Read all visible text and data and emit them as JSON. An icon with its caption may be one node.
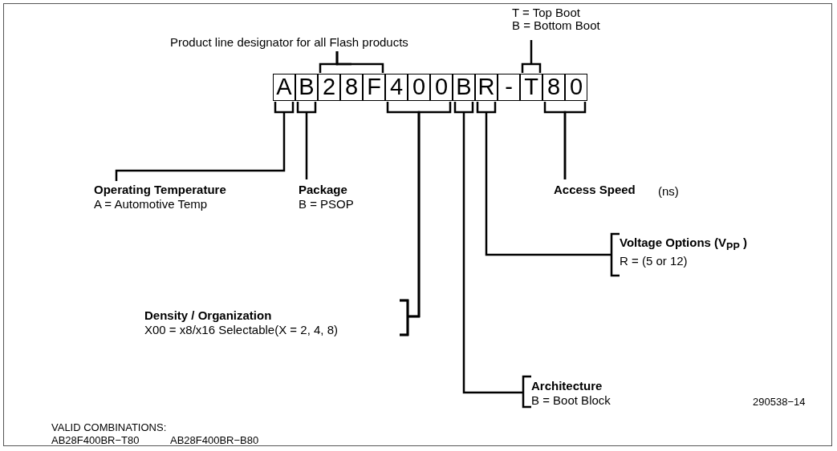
{
  "diagram": {
    "nodes": [
      {
        "text": [
          "A"
        ]
      },
      {
        "text": [
          "B"
        ]
      },
      {
        "text": [
          "2"
        ]
      },
      {
        "text": [
          "8"
        ]
      },
      {
        "text": [
          "F"
        ]
      },
      {
        "text": [
          "4"
        ]
      },
      {
        "text": [
          "0"
        ]
      },
      {
        "text": [
          "0"
        ]
      },
      {
        "text": [
          "B"
        ]
      },
      {
        "text": [
          "R"
        ]
      },
      {
        "text": [
          "-"
        ]
      },
      {
        "text": [
          "T"
        ]
      },
      {
        "text": [
          "8"
        ]
      },
      {
        "text": [
          "0"
        ]
      },
      {
        "text": [
          "Product line designator for all Flash products"
        ]
      },
      {
        "text": [
          "T = Top Boot",
          "B = Bottom Boot"
        ]
      },
      {
        "text": [
          "Operating Temperature",
          "A = Automotive Temp"
        ]
      },
      {
        "text": [
          "Package",
          "B = PSOP"
        ]
      },
      {
        "text": [
          "Access Speed"
        ],
        "beside": [
          "(ns)"
        ]
      },
      {
        "text": [
          "Density / Organization",
          "X00 = x8/x16 Selectable(X = 2, 4, 8)"
        ]
      },
      {
        "text": [
          "Architecture",
          "B = Boot Block"
        ]
      },
      {
        "text": [
          "**Voltage Options** (V$_{PP}$ )",
          "R = (5 or 12)"
        ]
      }
    ],
    "edges": [
      {
        "from": 14,
        "to": 2,
        "arrow": "none"
      },
      {
        "from": 14,
        "to": 3,
        "arrow": "none"
      },
      {
        "from": 14,
        "to": 4,
        "arrow": "none"
      },
      {
        "from": 15,
        "to": 11,
        "arrow": "none"
      },
      {
        "from": 16,
        "to": 0,
        "arrow": "none"
      },
      {
        "from": 17,
        "to": 1,
        "arrow": "none"
      },
      {
        "from": 18,
        "to": 12,
        "arrow": "none"
      },
      {
        "from": 18,
        "to": 13,
        "arrow": "none"
      },
      {
        "from": 19,
        "to": 5,
        "arrow": "none"
      },
      {
        "from": 19,
        "to": 6,
        "arrow": "none"
      },
      {
        "from": 19,
        "to": 7,
        "arrow": "none"
      },
      {
        "from": 20,
        "to": 8,
        "arrow": "none"
      },
      {
        "from": 21,
        "to": 9,
        "arrow": "none"
      }
    ],
    "labels": [
      "290538−14",
      "VALID COMBINATIONS:",
      "AB28F400BR−T80",
      "AB28F400BR−B80"
    ]
  }
}
